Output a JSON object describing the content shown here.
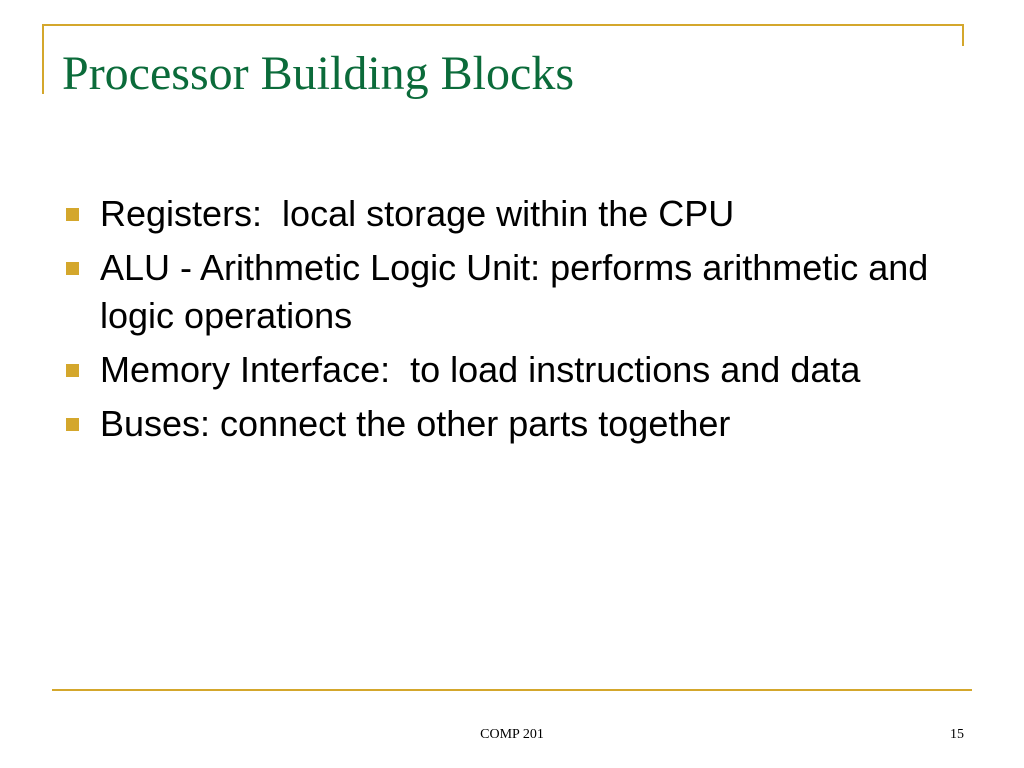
{
  "slide": {
    "title": "Processor Building Blocks",
    "bullets": [
      {
        "text": "Registers:  local storage within the CPU"
      },
      {
        "text": "ALU - Arithmetic Logic Unit: performs arithmetic and logic operations"
      },
      {
        "text": "Memory Interface:  to load instructions and data"
      },
      {
        "text": "Buses: connect the other parts together"
      }
    ]
  },
  "footer": {
    "course": "COMP 201",
    "page_number": "15"
  },
  "colors": {
    "title": "#0b6b3a",
    "accent": "#d4a72c",
    "text": "#000000"
  }
}
